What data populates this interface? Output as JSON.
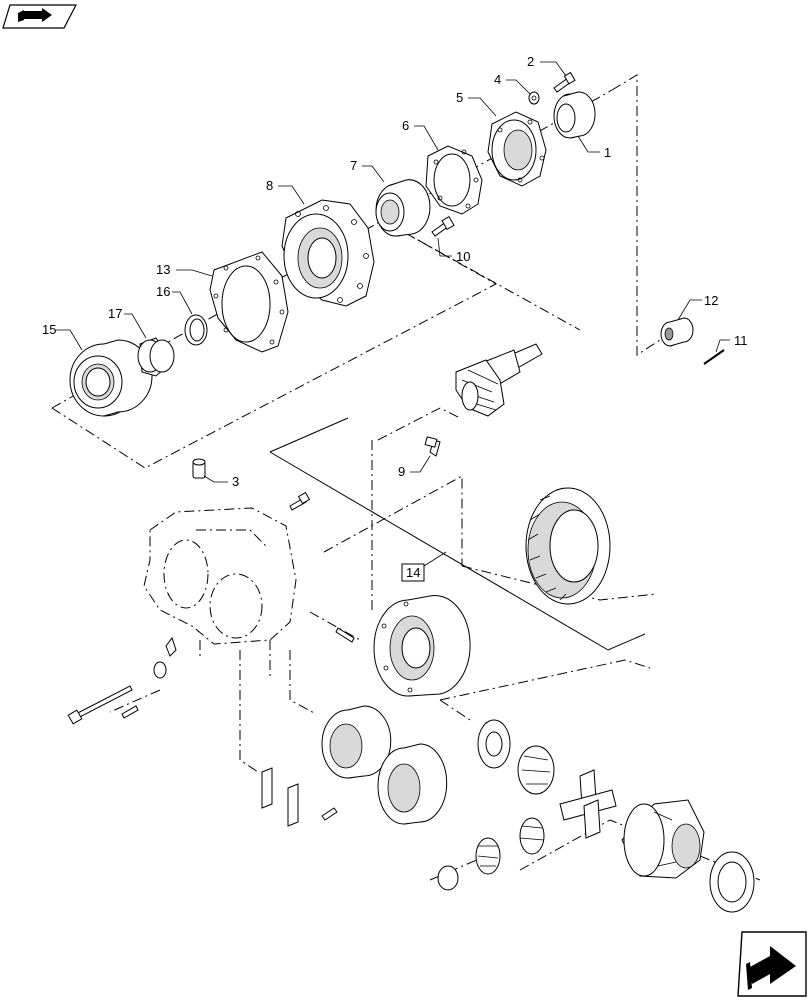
{
  "callouts": [
    {
      "id": "c1",
      "label": "1"
    },
    {
      "id": "c2",
      "label": "2"
    },
    {
      "id": "c3",
      "label": "3"
    },
    {
      "id": "c4",
      "label": "4"
    },
    {
      "id": "c5",
      "label": "5"
    },
    {
      "id": "c6",
      "label": "6"
    },
    {
      "id": "c7",
      "label": "7"
    },
    {
      "id": "c8",
      "label": "8"
    },
    {
      "id": "c9",
      "label": "9"
    },
    {
      "id": "c10",
      "label": "10"
    },
    {
      "id": "c11",
      "label": "11"
    },
    {
      "id": "c12",
      "label": "12"
    },
    {
      "id": "c13",
      "label": "13"
    },
    {
      "id": "c14",
      "label": "14"
    },
    {
      "id": "c15",
      "label": "15"
    },
    {
      "id": "c16",
      "label": "16"
    },
    {
      "id": "c17",
      "label": "17"
    }
  ],
  "icons": {
    "top_left": "book-arrow-icon",
    "bottom_right": "next-page-arrow-icon"
  }
}
